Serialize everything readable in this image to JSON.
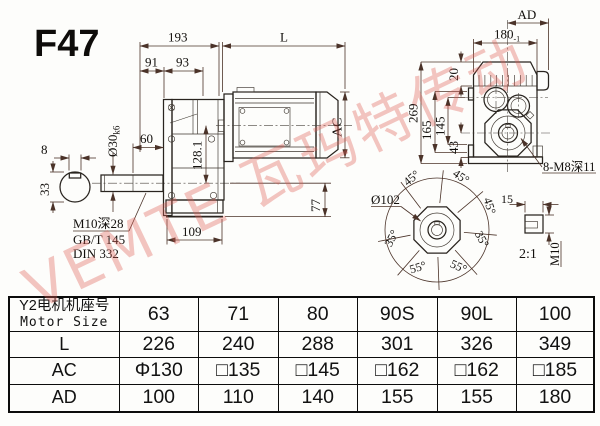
{
  "title": "F47",
  "watermark": "VEMTE 瓦玛特传动",
  "colors": {
    "dim_line": "#4b3329",
    "part_line": "#29241f",
    "text": "#13100d",
    "watermark": "#de5f55",
    "table_line": "#0c0c0c"
  },
  "shaft_detail": {
    "dim_key_width": "8",
    "dim_shaft_height": "33",
    "note_thread": "M10深28",
    "note_gb": "GB/T 145",
    "note_din": "DIN 332"
  },
  "side_view": {
    "dim_total": "193",
    "dim_motor_length": "L",
    "dim_91": "91",
    "dim_93": "93",
    "dim_60": "60",
    "dim_shaft_dia": "Ø30",
    "dim_shaft_tol": "k6",
    "dim_axis_height": "128.1",
    "dim_77": "77",
    "dim_109": "109",
    "dim_ac": "AC"
  },
  "front_view": {
    "dim_ad": "AD",
    "dim_width": "180",
    "dim_width_tol": "-1",
    "dim_269": "269",
    "dim_20": "20",
    "dim_165": "165",
    "dim_145": "145",
    "dim_43": "43",
    "note_bolts": "8-M8深11"
  },
  "flange_view": {
    "dia": "Ø102",
    "angles": [
      "45°",
      "45°",
      "45°",
      "35°",
      "35°",
      "55°",
      "55°"
    ]
  },
  "key_detail": {
    "dim_15": "15",
    "scale": "2:1",
    "thread": "M10"
  },
  "table": {
    "header": {
      "line1": "Y2电机机座号",
      "line2": "Motor Size"
    },
    "sizes": [
      "63",
      "71",
      "80",
      "90S",
      "90L",
      "100"
    ],
    "rows": [
      {
        "label": "L",
        "values": [
          "226",
          "240",
          "288",
          "301",
          "326",
          "349"
        ]
      },
      {
        "label": "AC",
        "values": [
          "Φ130",
          "□135",
          "□145",
          "□162",
          "□162",
          "□185"
        ]
      },
      {
        "label": "AD",
        "values": [
          "100",
          "110",
          "140",
          "155",
          "155",
          "180"
        ]
      }
    ]
  }
}
